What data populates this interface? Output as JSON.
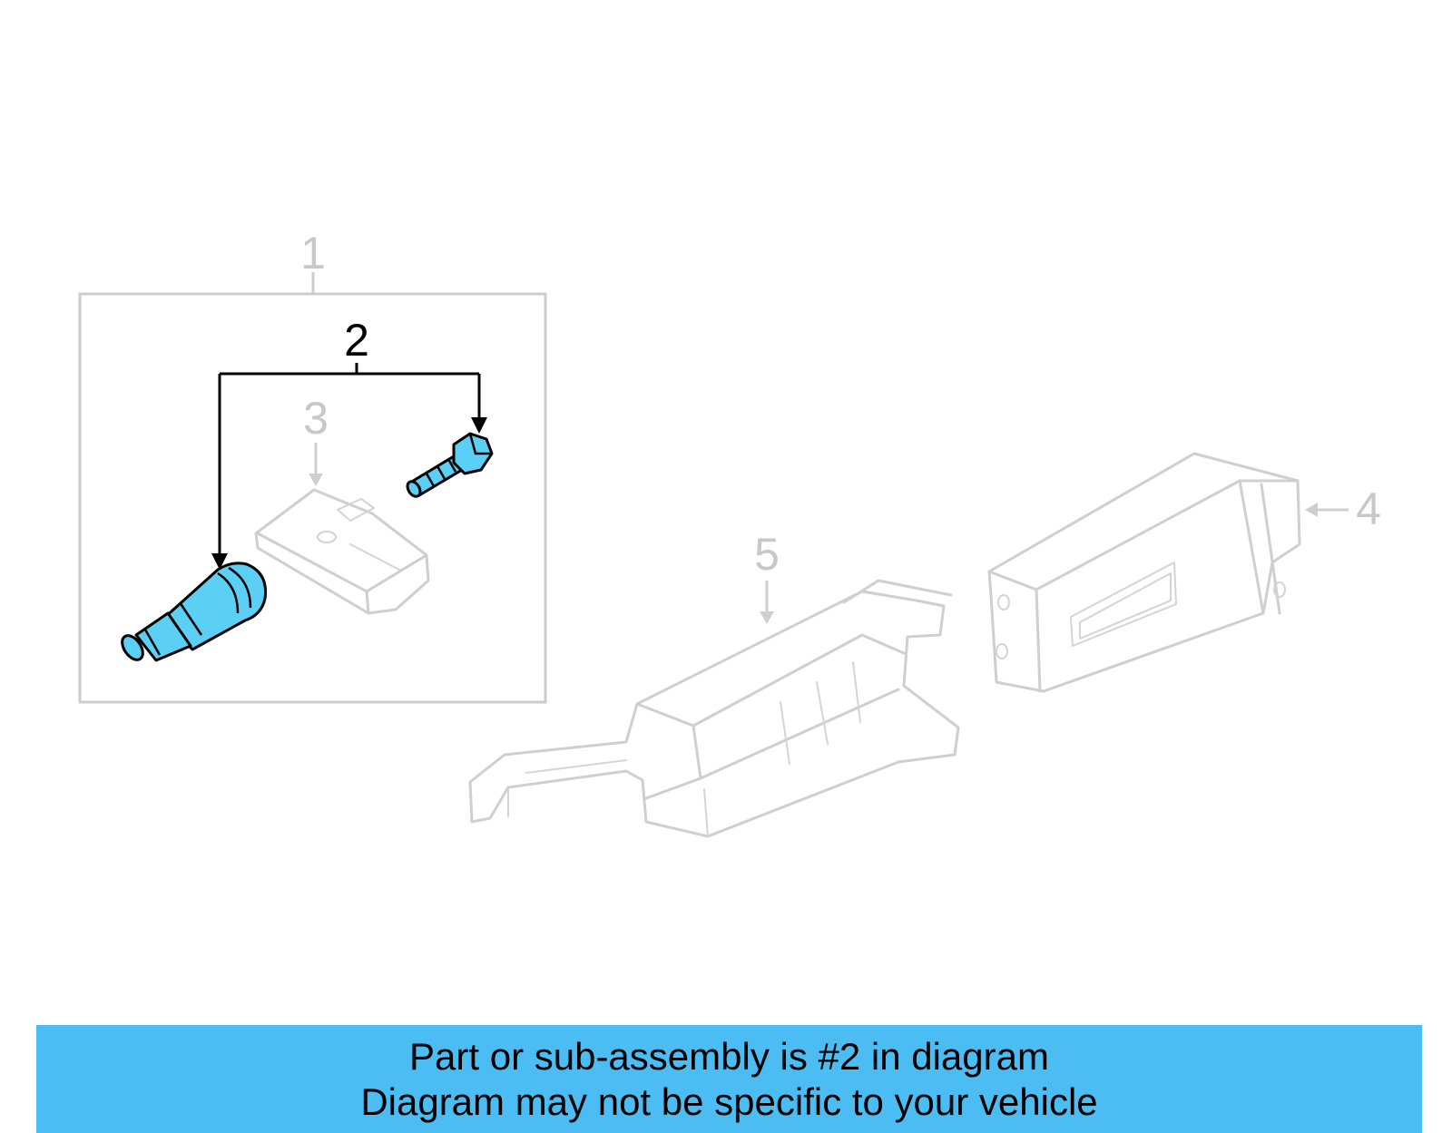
{
  "callouts": {
    "c1": "1",
    "c2": "2",
    "c3": "3",
    "c4": "4",
    "c5": "5"
  },
  "highlighted_part": "2",
  "colors": {
    "highlight_fill": "#5ccff5",
    "banner_background": "#4cbdf3",
    "faded_part": "#cfcfcf"
  },
  "banner": {
    "line1": "Part or sub-assembly is #2 in diagram",
    "line2": "Diagram may not be specific to your vehicle"
  }
}
